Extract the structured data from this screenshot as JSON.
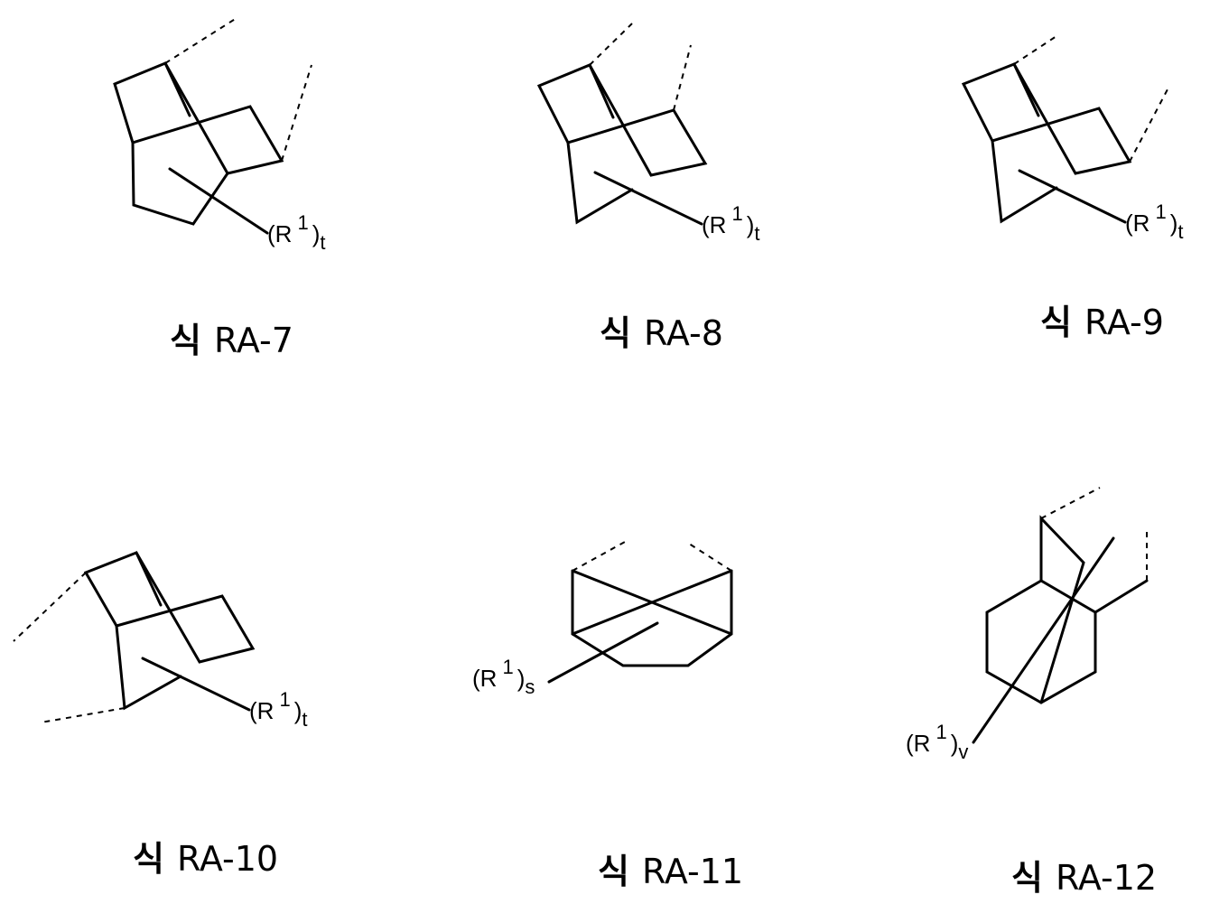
{
  "structures": [
    {
      "id": "RA-7",
      "prefix": "식",
      "label": "RA-7",
      "sub_open": "(R",
      "sub_sup": "1",
      "sub_close": ")",
      "sub_index": "t"
    },
    {
      "id": "RA-8",
      "prefix": "식",
      "label": "RA-8",
      "sub_open": "(R",
      "sub_sup": "1",
      "sub_close": ")",
      "sub_index": "t"
    },
    {
      "id": "RA-9",
      "prefix": "식",
      "label": "RA-9",
      "sub_open": "(R",
      "sub_sup": "1",
      "sub_close": ")",
      "sub_index": "t"
    },
    {
      "id": "RA-10",
      "prefix": "식",
      "label": "RA-10",
      "sub_open": "(R",
      "sub_sup": "1",
      "sub_close": ")",
      "sub_index": "t"
    },
    {
      "id": "RA-11",
      "prefix": "식",
      "label": "RA-11",
      "sub_open": "(R",
      "sub_sup": "1",
      "sub_close": ")",
      "sub_index": "s"
    },
    {
      "id": "RA-12",
      "prefix": "식",
      "label": "RA-12",
      "sub_open": "(R",
      "sub_sup": "1",
      "sub_close": ")",
      "sub_index": "v"
    }
  ]
}
